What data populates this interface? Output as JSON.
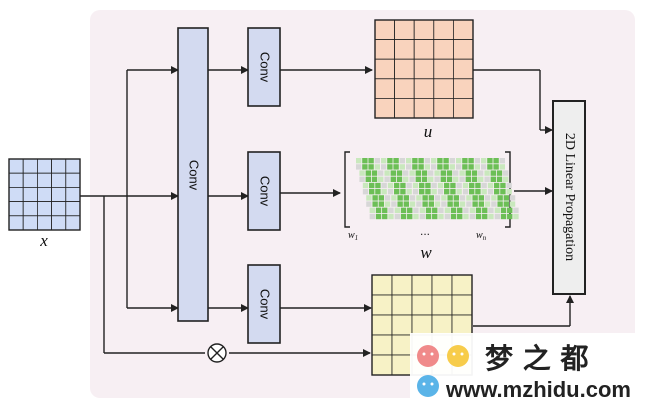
{
  "labels": {
    "conv_main": "Conv",
    "conv_top": "Conv",
    "conv_mid": "Conv",
    "conv_bottom": "Conv",
    "u": "u",
    "w": "w",
    "x": "x",
    "w1": "w",
    "w1_sub": "1",
    "wn": "w",
    "wn_sub": "n",
    "ellipsis": "...",
    "multiply": "⊗",
    "propagation": "2D Linear Propagation"
  },
  "watermark": {
    "chinese": "梦 之 都",
    "url": "www.mzhidu.com"
  },
  "colors": {
    "panel_bg": "#f7eff3",
    "conv_fill": "#d3daf0",
    "grid_x": "#cfdcf6",
    "grid_u": "#f9d3bd",
    "grid_bottom": "#f7f2c6",
    "green": "#6cbf56",
    "light_green": "#c9e8bd",
    "gray": "#d7d7d7",
    "prop_fill": "#eeeeee"
  }
}
